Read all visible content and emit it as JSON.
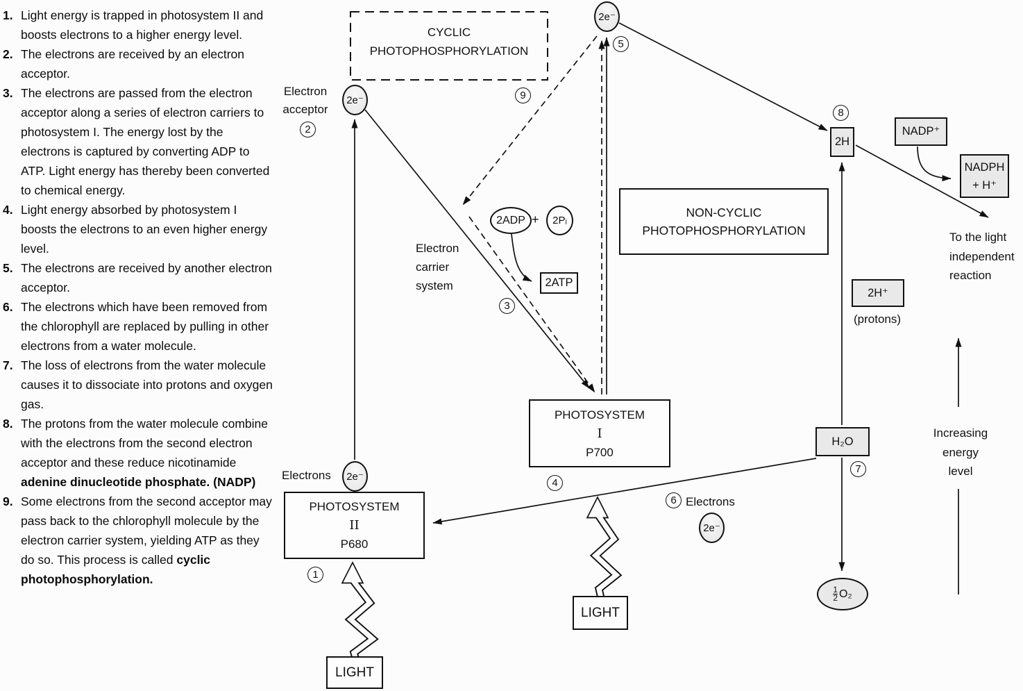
{
  "notes": {
    "items": [
      {
        "number": "1.",
        "text": "Light energy is trapped in photosystem II and boosts electrons to a higher energy level.",
        "bold": ""
      },
      {
        "number": "2.",
        "text": "The electrons are received by an electron acceptor.",
        "bold": ""
      },
      {
        "number": "3.",
        "text": "The electrons are passed from the electron acceptor along a series of electron carriers to photosystem I. The energy lost by the electrons is captured by converting ADP to ATP. Light energy has thereby been converted to chemical energy.",
        "bold": ""
      },
      {
        "number": "4.",
        "text": "Light energy absorbed by photosystem I boosts the electrons to an even higher energy level.",
        "bold": ""
      },
      {
        "number": "5.",
        "text": "The electrons are received by another electron acceptor.",
        "bold": ""
      },
      {
        "number": "6.",
        "text": "The electrons which have been removed from the chlorophyll are replaced by pulling in other electrons from a water molecule.",
        "bold": ""
      },
      {
        "number": "7.",
        "text": "The loss of electrons from the water molecule causes it to dissociate into protons and oxygen gas.",
        "bold": ""
      },
      {
        "number": "8.",
        "text": "The protons from the water molecule combine with the electrons from the second electron acceptor and these reduce nicotinamide ",
        "bold": "adenine dinucleotide phosphate. (NADP)"
      },
      {
        "number": "9.",
        "text": "Some electrons from the second acceptor may pass back to the chlorophyll molecule by the electron carrier system, yielding ATP as they do so. This process is called ",
        "bold": "cyclic photophosphorylation."
      }
    ]
  },
  "diagram": {
    "cyclic_box": {
      "line1": "CYCLIC",
      "line2": "PHOTOPHOSPHORYLATION"
    },
    "noncyclic_box": {
      "line1": "NON-CYCLIC",
      "line2": "PHOTOPHOSPHORYLATION"
    },
    "ps2": {
      "line1": "PHOTOSYSTEM",
      "line2": "II",
      "line3": "P680"
    },
    "ps1": {
      "line1": "PHOTOSYSTEM",
      "line2": "I",
      "line3": "P700"
    },
    "labels": {
      "electron_acceptor_l1": "Electron",
      "electron_acceptor_l2": "acceptor",
      "electron_carrier_l1": "Electron",
      "electron_carrier_l2": "carrier",
      "electron_carrier_l3": "system",
      "electrons_ps2": "Electrons",
      "electrons_water": "Electrons",
      "protons": "(protons)",
      "to_light_l1": "To the light",
      "to_light_l2": "independent",
      "to_light_l3": "reaction",
      "increasing_l1": "Increasing",
      "increasing_l2": "energy",
      "increasing_l3": "level"
    },
    "nodes": {
      "electrons": "2e⁻",
      "adp": "2ADP",
      "plus": "+",
      "pi": "2Pᵢ",
      "atp": "2ATP",
      "h2": "2H",
      "nadp": "NADP⁺",
      "nadph_l1": "NADPH",
      "nadph_l2": "+ H⁺",
      "protons_box": "2H⁺",
      "water": "H₂O",
      "oxygen_frac_num": "1",
      "oxygen_frac_den": "2",
      "oxygen_formula": "O₂"
    },
    "light1": "LIGHT",
    "light2": "LIGHT",
    "steps": [
      "1",
      "2",
      "3",
      "4",
      "5",
      "6",
      "7",
      "8",
      "9"
    ]
  },
  "colors": {
    "ink": "#111111",
    "background": "#fcfcfc",
    "shaded_box": "#e9e9e9"
  }
}
